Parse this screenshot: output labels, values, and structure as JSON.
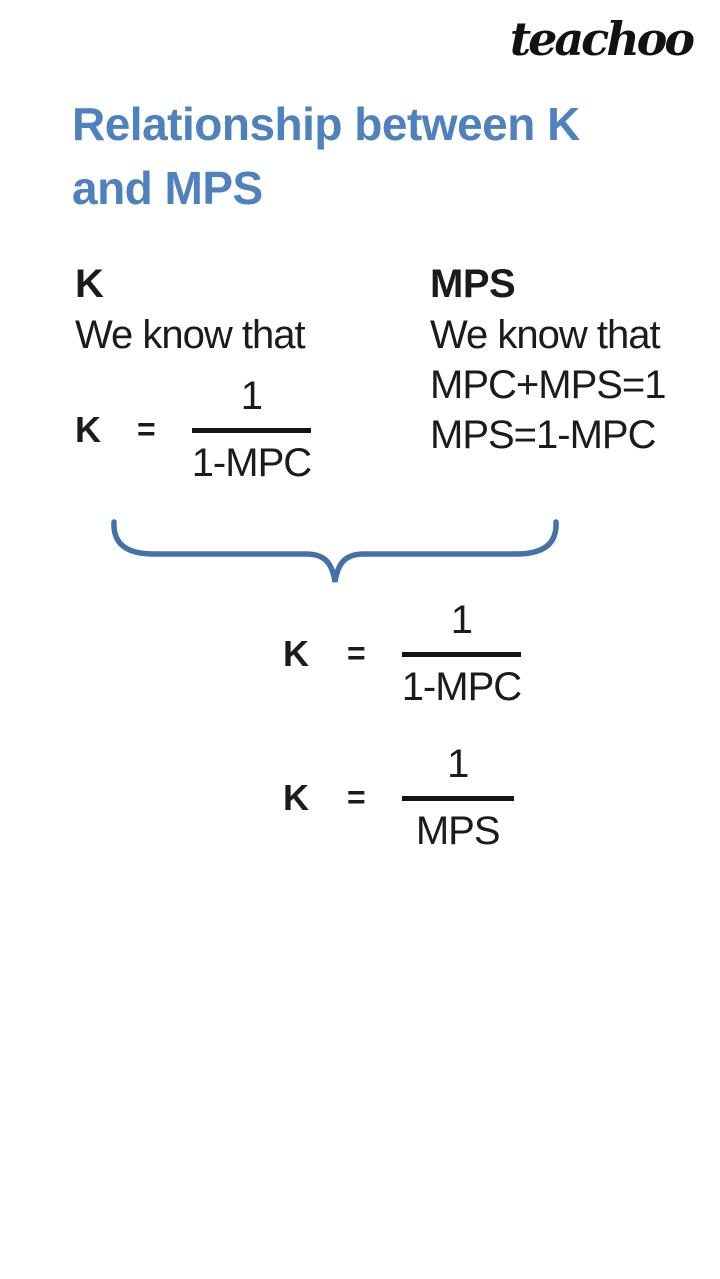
{
  "page": {
    "background": "#ffffff",
    "text_color": "#1b1b1b",
    "accent_blue": "#4f81bd",
    "brace_blue": "#4472a8"
  },
  "logo": {
    "text": "teachoo"
  },
  "heading": {
    "text": "Relationship between K and MPS"
  },
  "columns": {
    "left": {
      "title": "K",
      "intro": "We know that",
      "formula": {
        "lhs": "K",
        "equals": "=",
        "numerator": "1",
        "denominator": "1-MPC"
      }
    },
    "right": {
      "title": "MPS",
      "intro": "We know that",
      "lines": [
        "MPC+MPS=1",
        "MPS=1-MPC"
      ]
    }
  },
  "result_formulas": [
    {
      "lhs": "K",
      "equals": "=",
      "numerator": "1",
      "denominator": "1-MPC"
    },
    {
      "lhs": "K",
      "equals": "=",
      "numerator": "1",
      "denominator": "MPS"
    }
  ]
}
